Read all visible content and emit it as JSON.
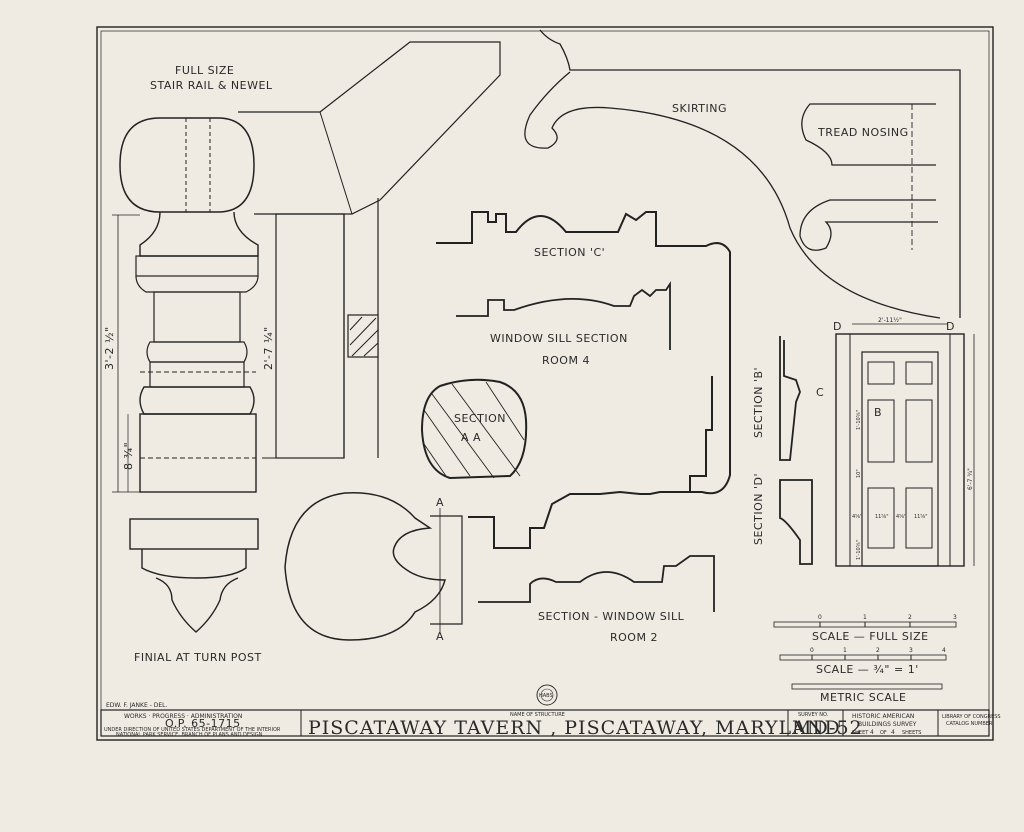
{
  "labels": {
    "full_size_1": "FULL SIZE",
    "full_size_2": "STAIR RAIL & NEWEL",
    "skirting": "SKIRTING",
    "tread_nosing": "TREAD NOSING",
    "section_c": "SECTION 'C'",
    "window_sill_section": "WINDOW SILL SECTION",
    "room_4": "ROOM 4",
    "section_aa_1": "SECTION",
    "section_aa_2": "A  A",
    "section_b": "SECTION 'B'",
    "section_d": "SECTION 'D'",
    "section_window_sill": "SECTION - WINDOW SILL",
    "room_2": "ROOM 2",
    "finial": "FINIAL AT TURN POST",
    "scale_full": "SCALE — FULL SIZE",
    "scale_quarter": "SCALE — ¾\" = 1'",
    "metric_scale": "METRIC SCALE",
    "section_mark_a_top": "A",
    "section_mark_a_bottom": "A"
  },
  "dimensions": {
    "newel_height": "3'-2 ½\"",
    "post_height": "2'-7 ¼\"",
    "base_height": "8 ¾\"",
    "door_width": "2'-11½\"",
    "door_height": "6'-7 ¾\"",
    "door_mark_c": "C",
    "door_mark_b": "B",
    "door_mark_d1": "D",
    "door_mark_d2": "D",
    "door_dim_10": "10\"",
    "door_dim_1": "1'-10⅝\"",
    "door_dim_2": "1'-10⅝\"",
    "door_dim_w1": "4⅝\"",
    "door_dim_w2": "11⅝\"",
    "door_dim_w3": "4⅝\"",
    "door_dim_w4": "11⅝\""
  },
  "scales": {
    "full_ticks": [
      "0",
      "1",
      "2",
      "3"
    ],
    "quarter_ticks": [
      "0",
      "1",
      "2",
      "3",
      "4"
    ]
  },
  "title_block": {
    "delineator": "EDW. F. JANKE - DEL.",
    "wpa": "WORKS · PROGRESS · ADMINISTRATION",
    "op_number": "O.P. 65-1715",
    "under_direction_1": "UNDER DIRECTION OF UNITED STATES DEPARTMENT OF THE INTERIOR",
    "under_direction_2": "NATIONAL PARK SERVICE, BRANCH OF PLANS AND DESIGN",
    "name_caption": "NAME OF STRUCTURE",
    "name": "PISCATAWAY TAVERN , PISCATAWAY, MARYLAND",
    "survey_caption": "SURVEY NO.",
    "survey_no": "MD-52",
    "habs_1": "HISTORIC AMERICAN",
    "habs_2": "BUILDINGS SURVEY",
    "sheet_word": "SHEET",
    "sheet_no": "4",
    "of_word": "OF",
    "sheet_total": "4",
    "sheets_word": "SHEETS",
    "credit_1": "LIBRARY OF CONGRESS",
    "credit_2": "CATALOG NUMBER",
    "stamp_text": "HABS"
  }
}
